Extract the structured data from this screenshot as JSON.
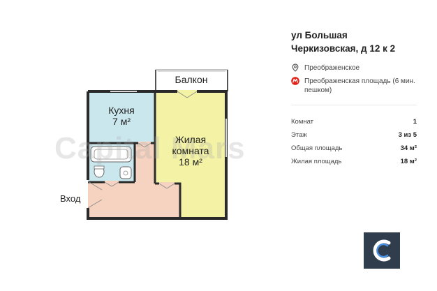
{
  "plan": {
    "balcony_label": "Балкон",
    "kitchen_label": "Кухня",
    "kitchen_area": "7 м²",
    "living_label_line1": "Жилая",
    "living_label_line2": "комната",
    "living_area": "18 м²",
    "entrance_label": "Вход",
    "watermark": "Capital Mars",
    "colors": {
      "kitchen": "#cbe7ee",
      "living": "#f4f3a5",
      "hall": "#f6d3c0",
      "bathroom": "#cbe7ee",
      "balcony": "#ffffff",
      "wall": "#2a2a2a"
    }
  },
  "listing": {
    "address": "ул Большая Черкизовская, д 12 к 2",
    "district": "Преображенское",
    "metro": "Преображенская площадь (6 мин. пешком)",
    "metro_color": "#e2231a",
    "params": [
      {
        "label": "Комнат",
        "value": "1"
      },
      {
        "label": "Этаж",
        "value": "3 из 5"
      },
      {
        "label": "Общая площадь",
        "value": "34 м²"
      },
      {
        "label": "Жилая площадь",
        "value": "18 м²"
      }
    ]
  },
  "logo": {
    "icon": "capital-mars-logo-icon",
    "bg": "#2f3d4d",
    "accent": "#4a90e2"
  }
}
